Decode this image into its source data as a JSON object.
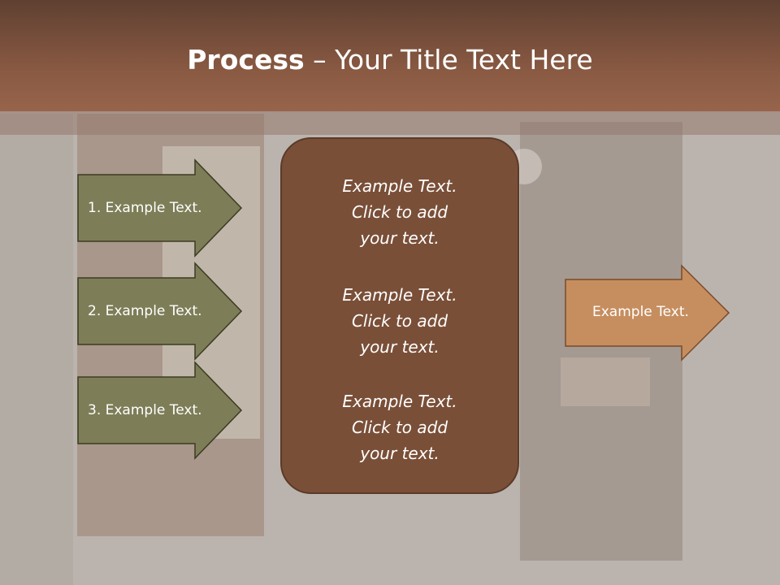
{
  "slide": {
    "title_bold": "Process",
    "title_rest": " – Your Title Text Here"
  },
  "left_arrows": [
    {
      "label": "1. Example Text."
    },
    {
      "label": "2. Example Text."
    },
    {
      "label": "3. Example Text."
    }
  ],
  "center_box": {
    "blocks": [
      {
        "lines": [
          "Example Text.",
          "Click  to add",
          "your text."
        ]
      },
      {
        "lines": [
          "Example Text.",
          "Click  to add",
          "your text."
        ]
      },
      {
        "lines": [
          "Example Text.",
          "Click  to add",
          "your text."
        ]
      }
    ]
  },
  "right_arrow": {
    "label": "Example Text."
  },
  "colors": {
    "header": "#8a5a43",
    "left_arrow_fill": "#7d7d58",
    "center_box_fill": "#7a4f38",
    "right_arrow_fill": "#c68e5f"
  }
}
